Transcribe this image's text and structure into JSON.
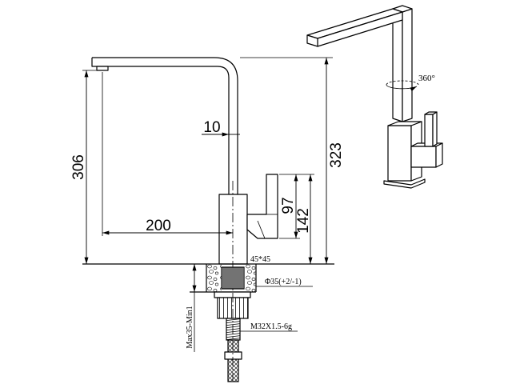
{
  "drawing": {
    "side_view": {
      "dimensions": {
        "spout_outlet_height": "306",
        "tube_offset": "10",
        "spout_reach": "200",
        "overall_height": "323",
        "handle_block_height": "97",
        "handle_top_height": "142"
      },
      "installation_notes": {
        "shank_section": "45*45",
        "hole_diameter": "Φ35(+2/-1)",
        "thread_spec": "M32X1.5-6g",
        "counter_thickness": "Max35-Min1"
      }
    },
    "perspective_view": {
      "rotation_label": "360°"
    }
  },
  "colors": {
    "line": "#000000",
    "background": "#ffffff"
  }
}
